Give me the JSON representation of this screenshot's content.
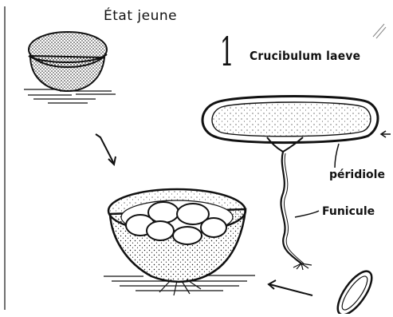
{
  "labels": {
    "young_state": "État jeune",
    "plate_number": "1",
    "species": "Crucibulum laeve",
    "peridiole": "péridiole",
    "funicule": "Funicule"
  },
  "colors": {
    "ink": "#111111",
    "paper": "#ffffff"
  },
  "drawings": [
    "young-fruiting-body",
    "peridiole-cross-section",
    "mature-nest-with-eggs",
    "peridiole-outline"
  ]
}
